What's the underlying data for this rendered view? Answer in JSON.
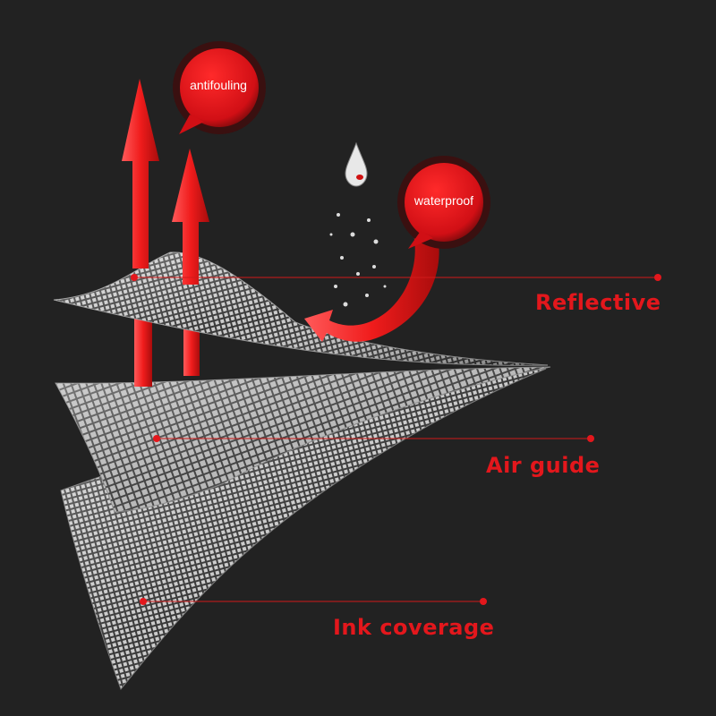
{
  "layers": [
    {
      "id": "reflective",
      "label": "Reflective"
    },
    {
      "id": "air_guide",
      "label": "Air guide"
    },
    {
      "id": "ink_coverage",
      "label": "Ink coverage"
    }
  ],
  "bubbles": {
    "antifouling": "antifouling",
    "waterproof": "waterproof"
  },
  "colors": {
    "background": "#222222",
    "accent": "#e3171c",
    "bubble": "#d9141a",
    "fabric": "#9a9a9a"
  },
  "icons": [
    "up-arrow-icon",
    "curved-arrow-icon",
    "water-drop-icon",
    "speech-bubble-icon"
  ]
}
